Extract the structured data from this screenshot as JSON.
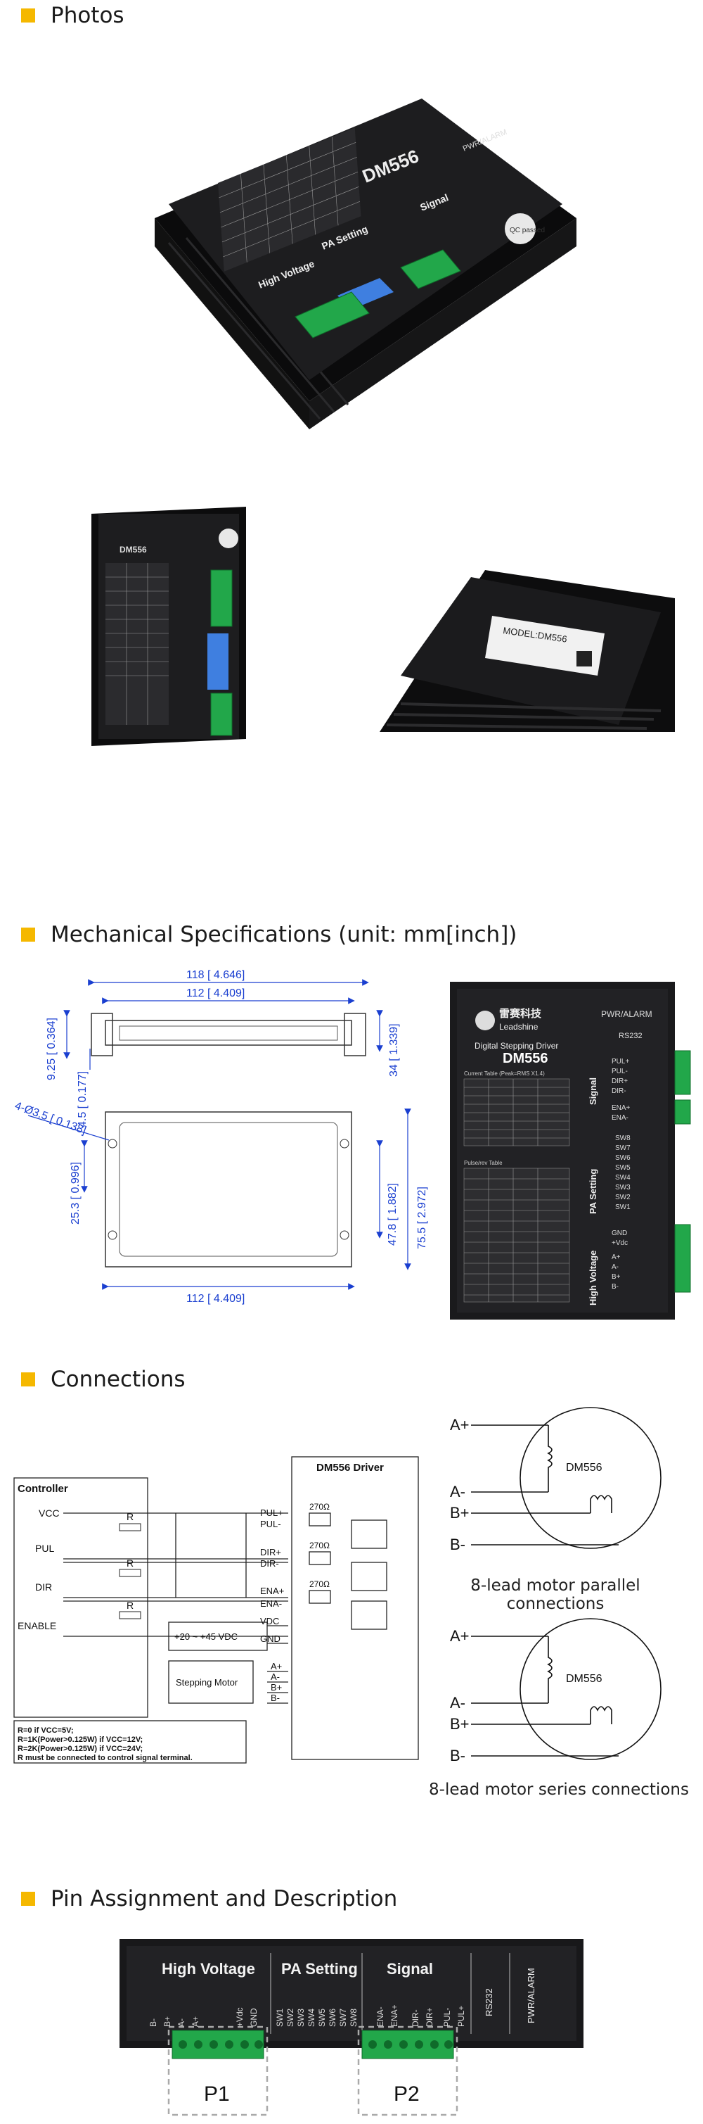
{
  "sections": {
    "photos": "Photos",
    "mech": "Mechanical Specifications (unit: mm[inch])",
    "connections": "Connections",
    "pins": "Pin Assignment and Description"
  },
  "product": {
    "model": "DM556",
    "brand": "Leadshine",
    "brand_cn": "雷赛科技",
    "subtitle": "Digital Stepping Driver",
    "pwr": "PWR/ALARM",
    "rs232": "RS232",
    "label_model": "MODEL:DM556",
    "qc": "QC passed",
    "group_high": "High Voltage",
    "group_pa": "PA Setting",
    "group_signal": "Signal",
    "current_table_title": "Current Table (Peak=RMS X1.4)",
    "pulse_table_title": "Pulse/rev Table"
  },
  "mech": {
    "dim_118": "118 [ 4.646]",
    "dim_112_top": "112 [ 4.409]",
    "dim_112_bottom": "112 [ 4.409]",
    "dim_925": "9.25 [ 0.364]",
    "dim_34": "34 [ 1.339]",
    "dim_45": "4.5 [ 0.177]",
    "dim_hole": "4-Ø3.5 [ 0.138]",
    "dim_253": "25.3 [ 0.996]",
    "dim_478": "47.8 [ 1.882]",
    "dim_755": "75.5 [ 2.972]"
  },
  "front_panel": {
    "signal_pins": [
      "PUL+",
      "PUL-",
      "DIR+",
      "DIR-",
      "ENA+",
      "ENA-"
    ],
    "pa_pins": [
      "SW8",
      "SW7",
      "SW6",
      "SW5",
      "SW4",
      "SW3",
      "SW2",
      "SW1"
    ],
    "hv_pins": [
      "GND",
      "+Vdc",
      "A+",
      "A-",
      "B+",
      "B-"
    ]
  },
  "wiring": {
    "controller": "Controller",
    "driver": "DM556 Driver",
    "vcc": "VCC",
    "pul": "PUL",
    "dir": "DIR",
    "enable": "ENABLE",
    "r": "R",
    "res": "270Ω",
    "supply": "+20 ~ +45 VDC",
    "motor": "Stepping Motor",
    "driver_pins": [
      "PUL+",
      "PUL-",
      "DIR+",
      "DIR-",
      "ENA+",
      "ENA-",
      "VDC",
      "GND",
      "A+",
      "A-",
      "B+",
      "B-"
    ],
    "notes": [
      "R=0 if VCC=5V;",
      "R=1K(Power>0.125W) if VCC=12V;",
      "R=2K(Power>0.125W) if VCC=24V;",
      "R must be connected to control signal terminal."
    ]
  },
  "motor_parallel": {
    "label": "DM556",
    "caption": "8-lead motor parallel connections",
    "leads": [
      "A+",
      "A-",
      "B+",
      "B-"
    ]
  },
  "motor_series": {
    "label": "DM556",
    "caption": "8-lead motor series connections",
    "leads": [
      "A+",
      "A-",
      "B+",
      "B-"
    ]
  },
  "pinout": {
    "high": "High Voltage",
    "pa": "PA Setting",
    "signal": "Signal",
    "rs232": "RS232",
    "pwr": "PWR/ALARM",
    "hv_pins": [
      "B-",
      "B+",
      "A-",
      "A+",
      "+Vdc",
      "GND"
    ],
    "pa_pins": [
      "SW1",
      "SW2",
      "SW3",
      "SW4",
      "SW5",
      "SW6",
      "SW7",
      "SW8"
    ],
    "sig_pins": [
      "ENA-",
      "ENA+",
      "DIR-",
      "DIR+",
      "PUL-",
      "PUL+"
    ],
    "p1": "P1",
    "p2": "P2"
  },
  "colors": {
    "accent": "#f5b800",
    "dimension": "#1a3fd0",
    "terminal": "#22a74a",
    "body": "#1d1d1f"
  }
}
